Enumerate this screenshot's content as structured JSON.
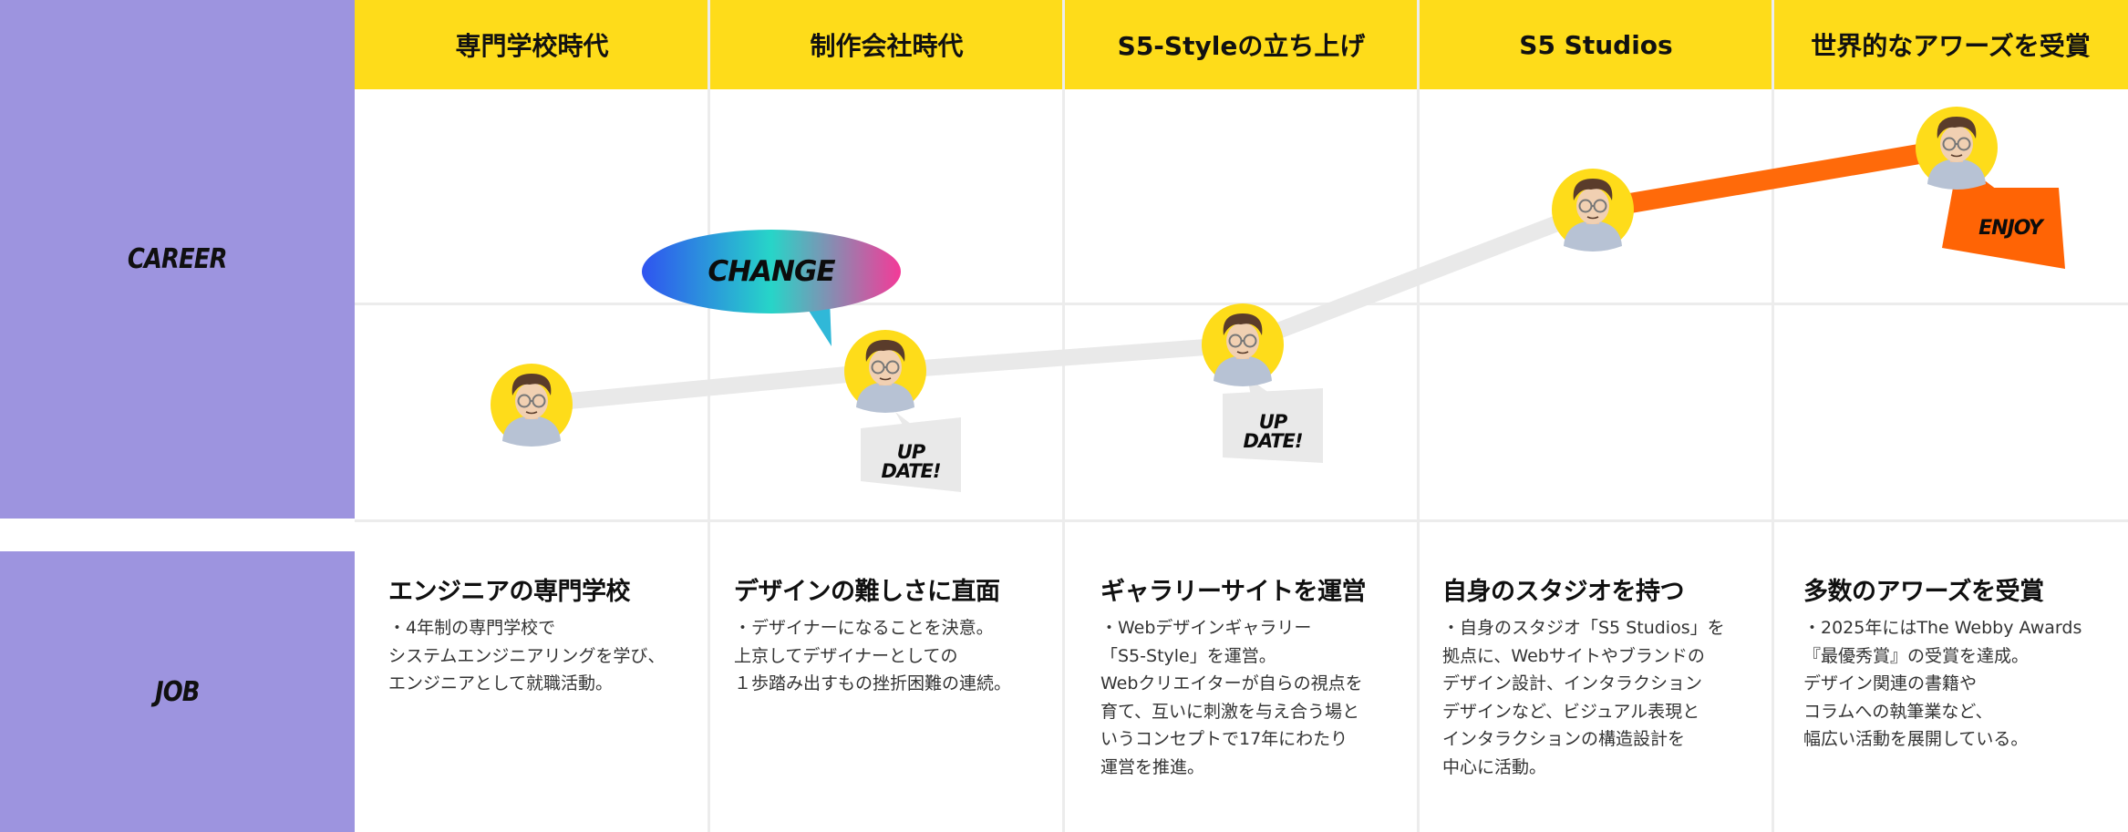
{
  "labels": {
    "career": "CAREER",
    "job": "JOB"
  },
  "header": [
    {
      "label": "専門学校時代"
    },
    {
      "label": "制作会社時代"
    },
    {
      "label": "S5-Styleの立ち上げ"
    },
    {
      "label": "S5 Studios"
    },
    {
      "label": "世界的なアワーズを受賞"
    }
  ],
  "career": {
    "bubble": "CHANGE",
    "tags": [
      "UP\nDATE!",
      "UP\nDATE!",
      "ENJOY"
    ],
    "line_colors": {
      "muted": "#e9e9e9",
      "highlight": "#ff6a0a"
    },
    "avatar_ring": "#fedc1a"
  },
  "jobs": [
    {
      "title": "エンジニアの専門学校",
      "desc": "・4年制の専門学校で\nシステムエンジニアリングを学び、\nエンジニアとして就職活動。"
    },
    {
      "title": "デザインの難しさに直面",
      "desc": "・デザイナーになることを決意。\n上京してデザイナーとしての\n１歩踏み出すもの挫折困難の連続。"
    },
    {
      "title": "ギャラリーサイトを運営",
      "desc": "・Webデザインギャラリー\n「S5-Style」を運営。\nWebクリエイターが自らの視点を\n育て、互いに刺激を与え合う場と\nいうコンセプトで17年にわたり\n運営を推進。"
    },
    {
      "title": "自身のスタジオを持つ",
      "desc": "・自身のスタジオ「S5 Studios」を\n拠点に、Webサイトやブランドの\nデザイン設計、インタラクション\nデザインなど、ビジュアル表現と\nインタラクションの構造設計を\n中心に活動。"
    },
    {
      "title": "多数のアワーズを受賞",
      "desc": "・2025年にはThe Webby Awards\n『最優秀賞』の受賞を達成。\nデザイン関連の書籍や\nコラムへの執筆業など、\n幅広い活動を展開している。"
    }
  ],
  "colors": {
    "label_bg": "#9d94df",
    "header_bg": "#fedc1a",
    "tag_gray": "#e9e9e9",
    "tag_orange": "#ff6405"
  }
}
